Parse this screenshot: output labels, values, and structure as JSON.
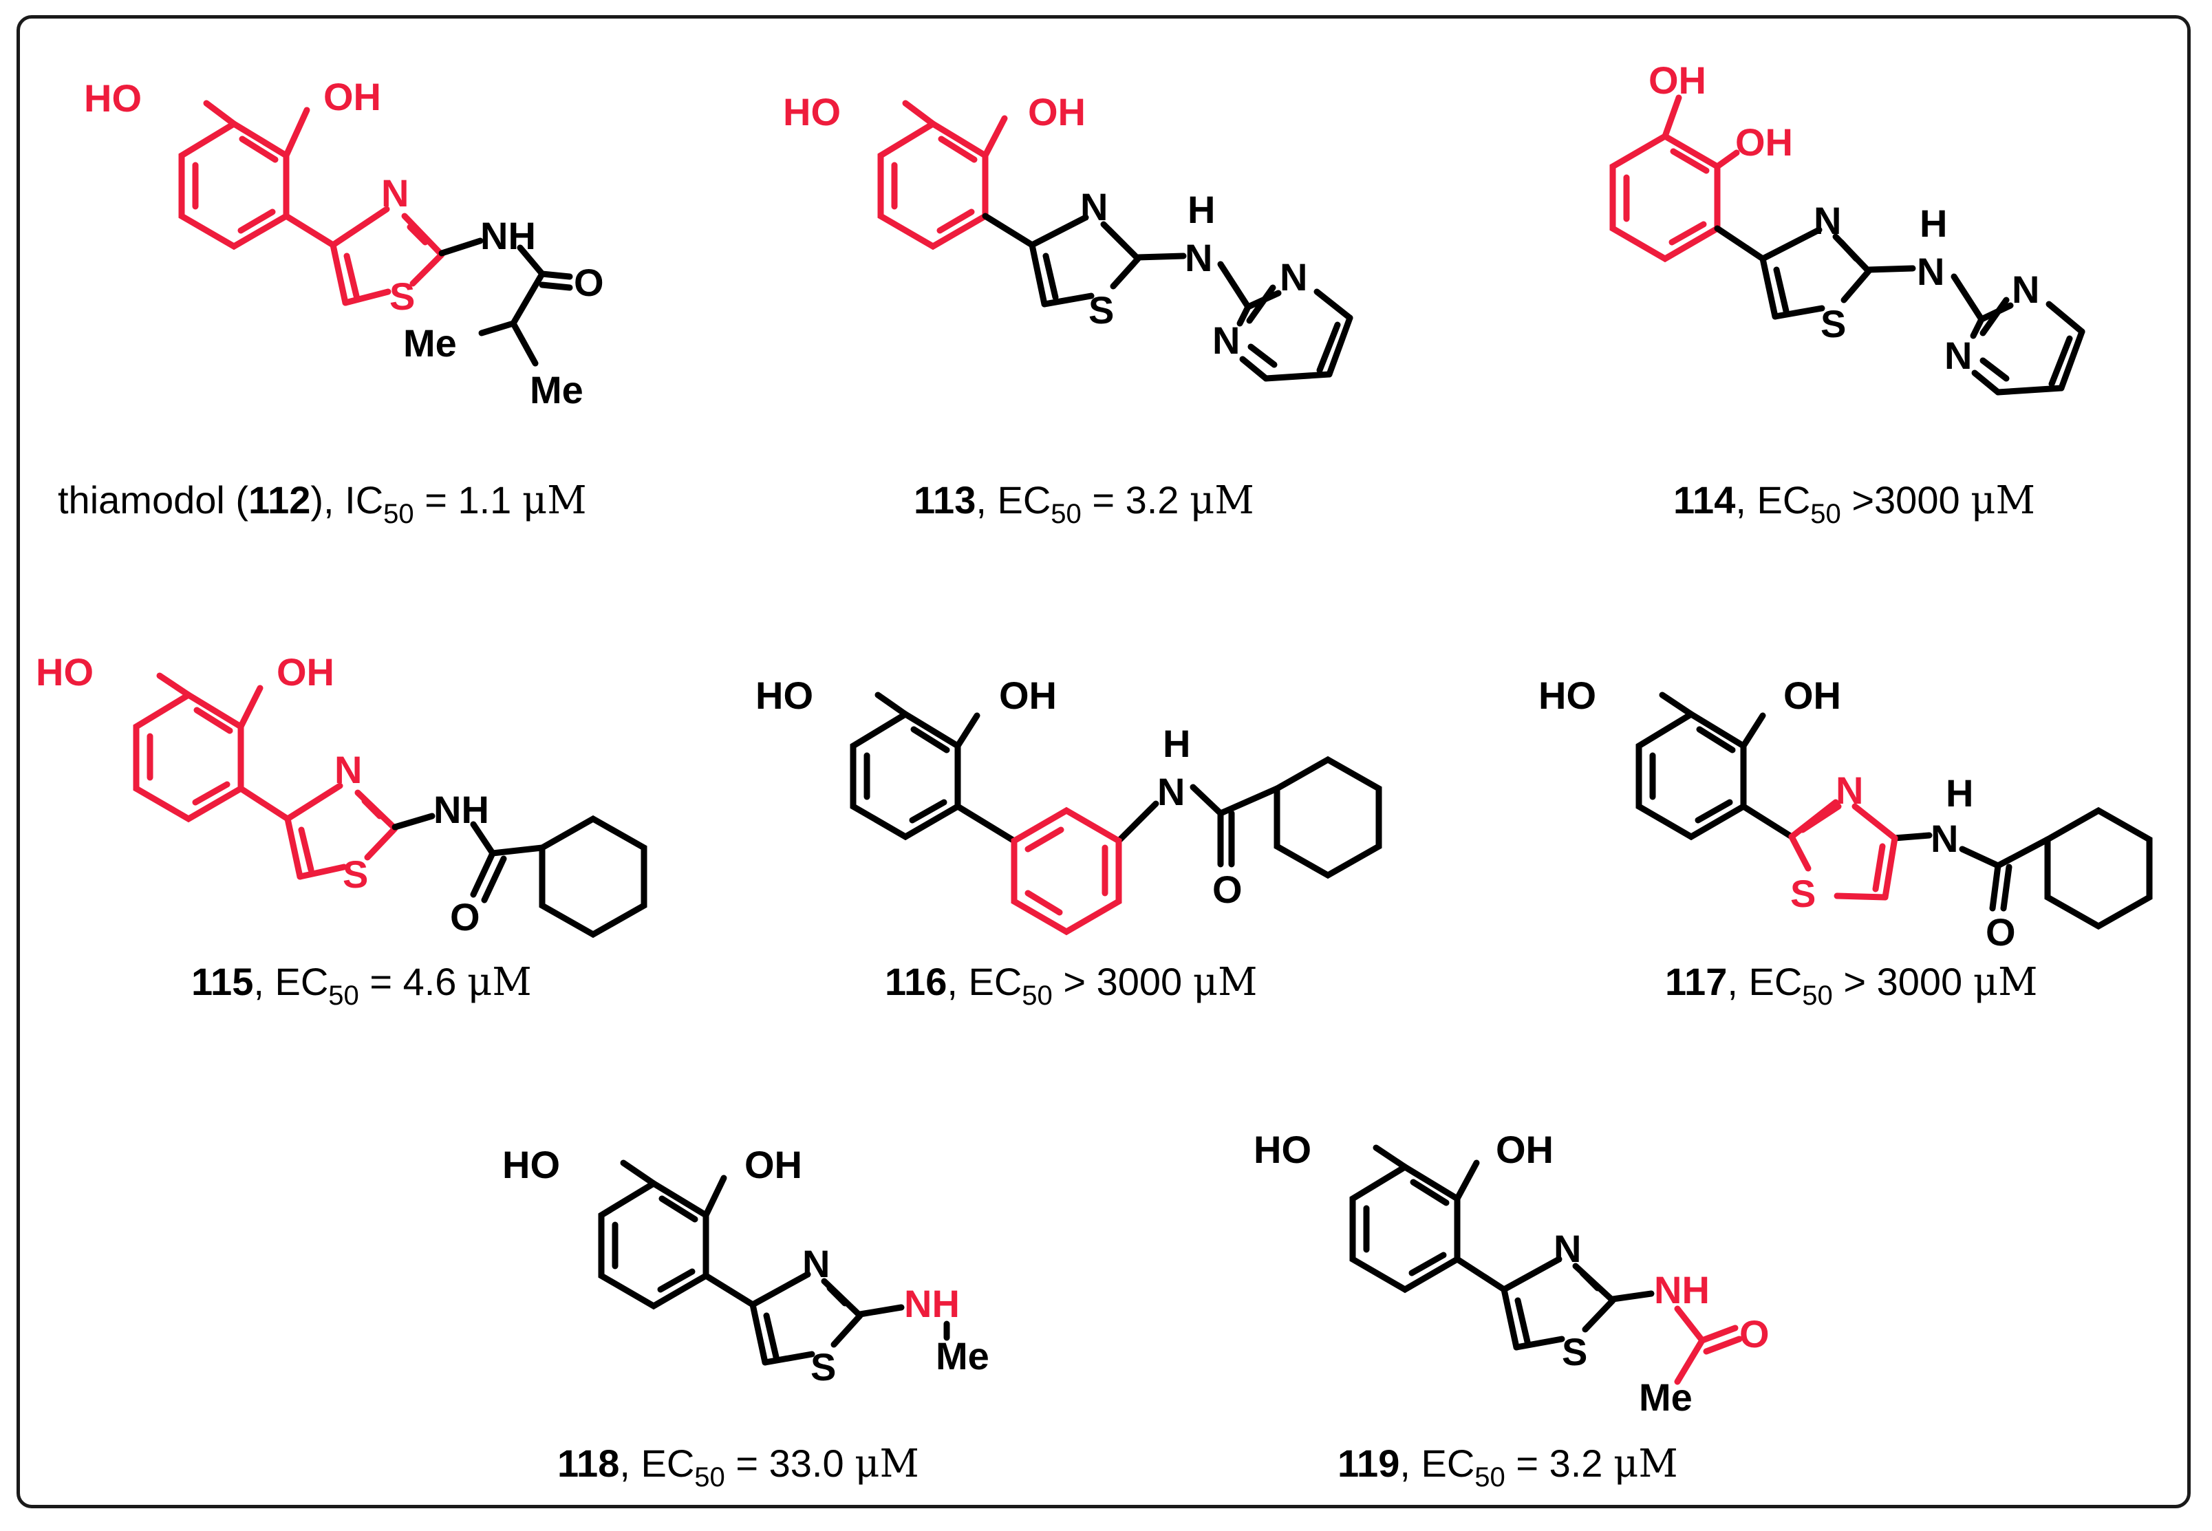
{
  "colors": {
    "highlight": "#ee1c3c",
    "black": "#000000"
  },
  "compounds": [
    {
      "id": "112",
      "name": "thiamodol",
      "metric": "IC",
      "sub": "50",
      "op": "=",
      "value": "1.1",
      "unit": "μM",
      "labels": {
        "ho4": "HO",
        "oh2": "OH",
        "n": "N",
        "s": "S",
        "nh": "NH",
        "o": "O",
        "me1": "Me",
        "me2": "Me"
      }
    },
    {
      "id": "113",
      "metric": "EC",
      "sub": "50",
      "op": "=",
      "value": "3.2",
      "unit": "μM",
      "labels": {
        "ho4": "HO",
        "oh2": "OH",
        "n": "N",
        "s": "S",
        "h": "H",
        "nlink": "N",
        "pn1": "N",
        "pn2": "N"
      }
    },
    {
      "id": "114",
      "metric": "EC",
      "sub": "50",
      "op": ">",
      "value": "3000",
      "unit": "μM",
      "labels": {
        "oh3": "OH",
        "oh2": "OH",
        "n": "N",
        "s": "S",
        "h": "H",
        "nlink": "N",
        "pn1": "N",
        "pn2": "N"
      }
    },
    {
      "id": "115",
      "metric": "EC",
      "sub": "50",
      "op": "=",
      "value": "4.6",
      "unit": "μM",
      "labels": {
        "ho4": "HO",
        "oh2": "OH",
        "n": "N",
        "s": "S",
        "nh": "NH",
        "o": "O"
      }
    },
    {
      "id": "116",
      "metric": "EC",
      "sub": "50",
      "op": ">",
      "value": "3000",
      "unit": "μM",
      "labels": {
        "ho4": "HO",
        "oh2": "OH",
        "h": "H",
        "nlink": "N",
        "o": "O"
      }
    },
    {
      "id": "117",
      "metric": "EC",
      "sub": "50",
      "op": ">",
      "value": "3000",
      "unit": "μM",
      "labels": {
        "ho4": "HO",
        "oh2": "OH",
        "n": "N",
        "s": "S",
        "h": "H",
        "nlink": "N",
        "o": "O"
      }
    },
    {
      "id": "118",
      "metric": "EC",
      "sub": "50",
      "op": "=",
      "value": "33.0",
      "unit": "μM",
      "labels": {
        "ho4": "HO",
        "oh2": "OH",
        "n": "N",
        "s": "S",
        "nh": "NH",
        "me": "Me"
      }
    },
    {
      "id": "119",
      "metric": "EC",
      "sub": "50",
      "op": "=",
      "value": "3.2",
      "unit": "μM",
      "labels": {
        "ho4": "HO",
        "oh2": "OH",
        "n": "N",
        "s": "S",
        "nh": "NH",
        "o": "O",
        "me": "Me"
      }
    }
  ]
}
